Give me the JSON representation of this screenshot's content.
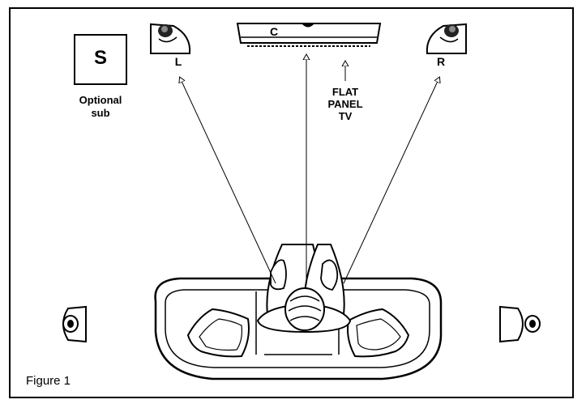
{
  "labels": {
    "sub_letter": "S",
    "sub_caption_line1": "Optional",
    "sub_caption_line2": "sub",
    "left_speaker": "L",
    "center_speaker": "C",
    "right_speaker": "R",
    "tv_line1": "FLAT",
    "tv_line2": "PANEL",
    "tv_line3": "TV"
  },
  "caption": "Figure 1",
  "colors": {
    "line": "#000000",
    "background": "#ffffff"
  }
}
